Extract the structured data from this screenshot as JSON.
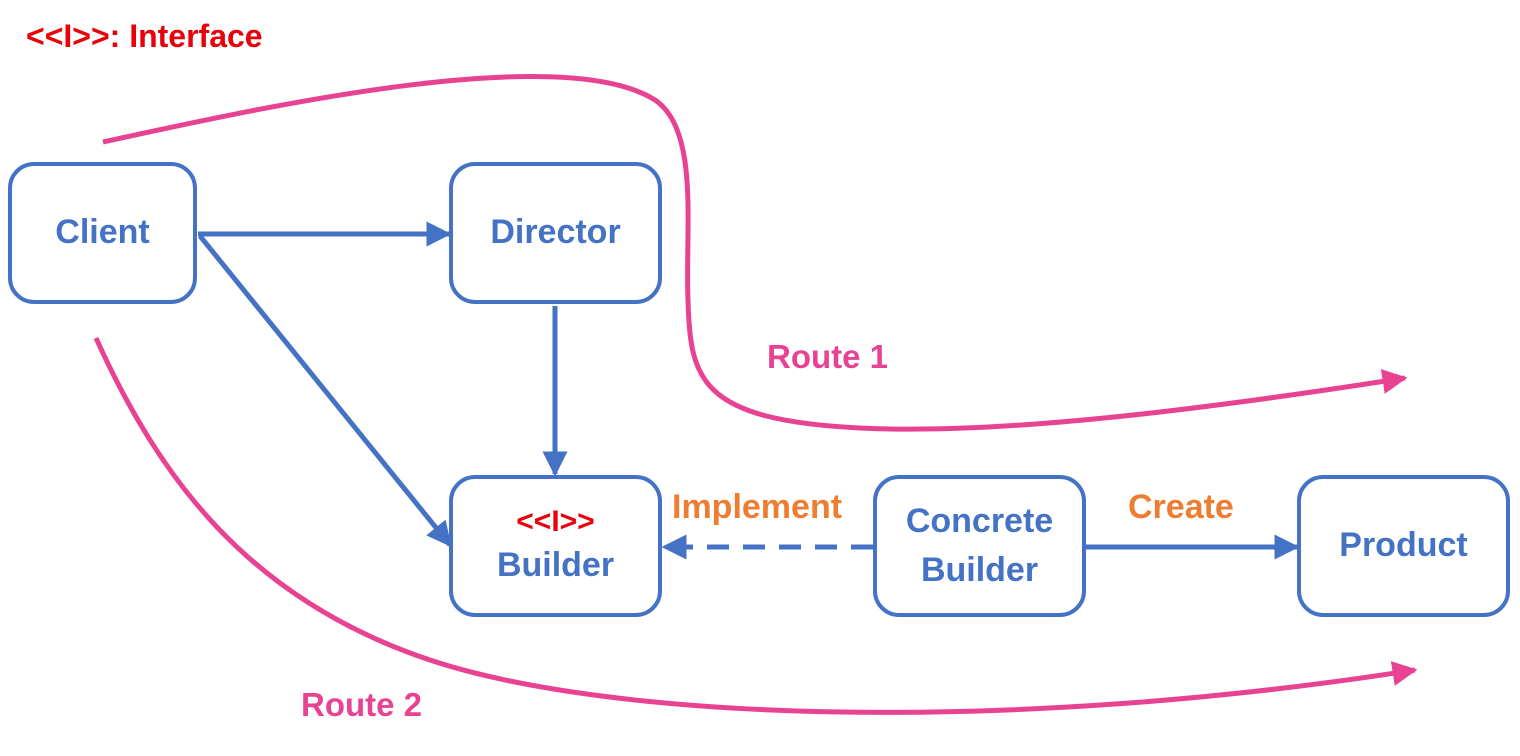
{
  "legend": "<<I>>: Interface",
  "nodes": {
    "client": {
      "label": "Client"
    },
    "director": {
      "label": "Director"
    },
    "builder": {
      "stereotype": "<<I>>",
      "label": "Builder"
    },
    "concrete_builder": {
      "line1": "Concrete",
      "line2": "Builder"
    },
    "product": {
      "label": "Product"
    }
  },
  "edges": {
    "implement": "Implement",
    "create": "Create"
  },
  "routes": {
    "route1": "Route 1",
    "route2": "Route 2"
  },
  "colors": {
    "node": "#4472c4",
    "interface": "#e8000b",
    "edge_label": "#ed7d31",
    "route": "#e84393"
  }
}
